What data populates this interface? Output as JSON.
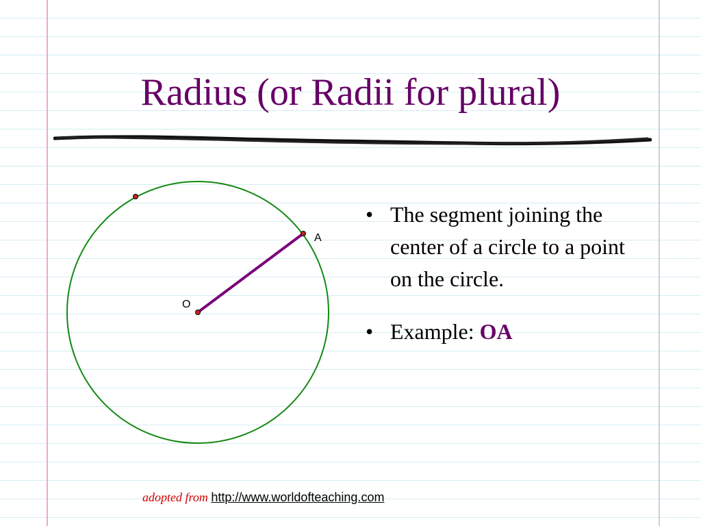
{
  "slide": {
    "title": "Radius (or Radii for plural)",
    "bullets": [
      "The segment joining the center of a circle to a point on the circle.",
      "Example: "
    ],
    "example_value": "OA"
  },
  "diagram": {
    "center_label": "O",
    "point_label": "A",
    "colors": {
      "circle": "#118811",
      "radius_segment": "#7a007a",
      "point_fill": "#cc2222",
      "point_stroke": "#000000"
    }
  },
  "footer": {
    "prefix": "adopted from",
    "link_text": "http://www.worldofteaching.com"
  }
}
